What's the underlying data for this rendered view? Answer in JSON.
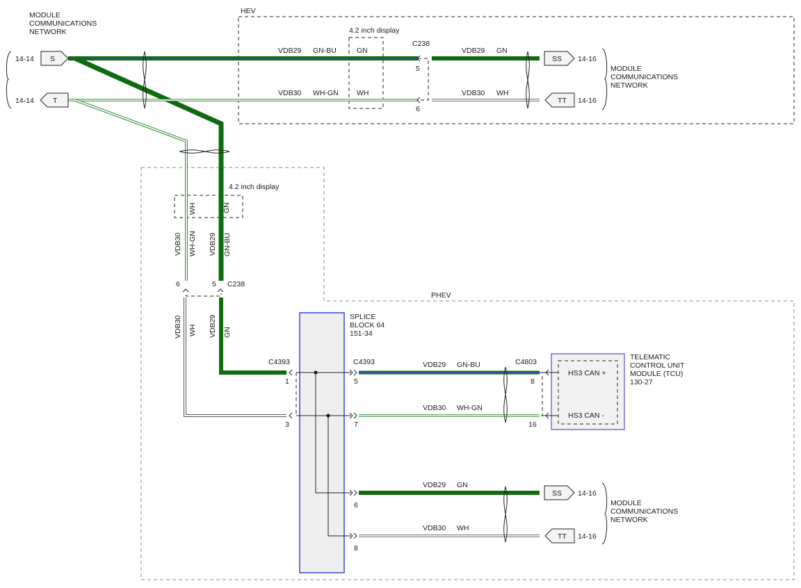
{
  "colors": {
    "green": "#0e6b0e",
    "white_wire_stripe": "#3f8f3f",
    "blue_stripe": "#3a55c8",
    "splice_fill": "#efefef",
    "splice_border": "#3d45d0",
    "box_border": "#7070d8"
  },
  "labels": {
    "mcn_left": [
      "MODULE",
      "COMMUNICATIONS",
      "NETWORK"
    ],
    "mcn_right_top": [
      "MODULE",
      "COMMUNICATIONS",
      "NETWORK"
    ],
    "mcn_right_bottom": [
      "MODULE",
      "COMMUNICATIONS",
      "NETWORK"
    ],
    "hev": "HEV",
    "phev": "PHEV",
    "display_top": "4.2 inch display",
    "display_mid": "4.2 inch display",
    "splice": [
      "SPLICE",
      "BLOCK 64",
      "151-34"
    ],
    "tcu": [
      "TELEMATIC",
      "CONTROL UNIT",
      "MODULE (TCU)",
      "130-27"
    ],
    "hs3_plus": "HS3 CAN +",
    "hs3_minus": "HS3 CAN -"
  },
  "connectors": {
    "s": "S",
    "t": "T",
    "ss_top": "SS",
    "tt_top": "TT",
    "ss_bottom": "SS",
    "tt_bottom": "TT",
    "ref_s": "14-14",
    "ref_t": "14-14",
    "ref_ss_top": "14-16",
    "ref_tt_top": "14-16",
    "ref_ss_bottom": "14-16",
    "ref_tt_bottom": "14-16",
    "c238_top": "C238",
    "c238_mid": "C238",
    "c4393_left": "C4393",
    "c4393_right": "C4393",
    "c4803": "C4803"
  },
  "pins": {
    "c238_top_5": "5",
    "c238_top_6": "6",
    "c238_mid_6": "6",
    "c238_mid_5": "5",
    "c4393_1": "1",
    "c4393_3": "3",
    "splice_5": "5",
    "splice_7": "7",
    "splice_6": "6",
    "splice_8": "8",
    "tcu_8": "8",
    "tcu_16": "16"
  },
  "wires": {
    "top_vdb29": "VDB29",
    "top_gnbu": "GN-BU",
    "top_gn_disp": "GN",
    "top_vdb29_r": "VDB29",
    "top_gn_r": "GN",
    "top_vdb30": "VDB30",
    "top_whgn": "WH-GN",
    "top_wh_disp": "WH",
    "top_vdb30_r": "VDB30",
    "top_wh_r": "WH",
    "mid_wh_disp": "WH",
    "mid_gn_disp": "GN",
    "mid_vdb30": "VDB30",
    "mid_whgn": "WH-GN",
    "mid_vdb29": "VDB29",
    "mid_gnbu": "GN-BU",
    "low_vdb30": "VDB30",
    "low_wh": "WH",
    "low_vdb29": "VDB29",
    "low_gn": "GN",
    "tcu_vdb29": "VDB29",
    "tcu_gnbu": "GN-BU",
    "tcu_vdb30": "VDB30",
    "tcu_whgn": "WH-GN",
    "bot_vdb29": "VDB29",
    "bot_gn": "GN",
    "bot_vdb30": "VDB30",
    "bot_wh": "WH"
  }
}
